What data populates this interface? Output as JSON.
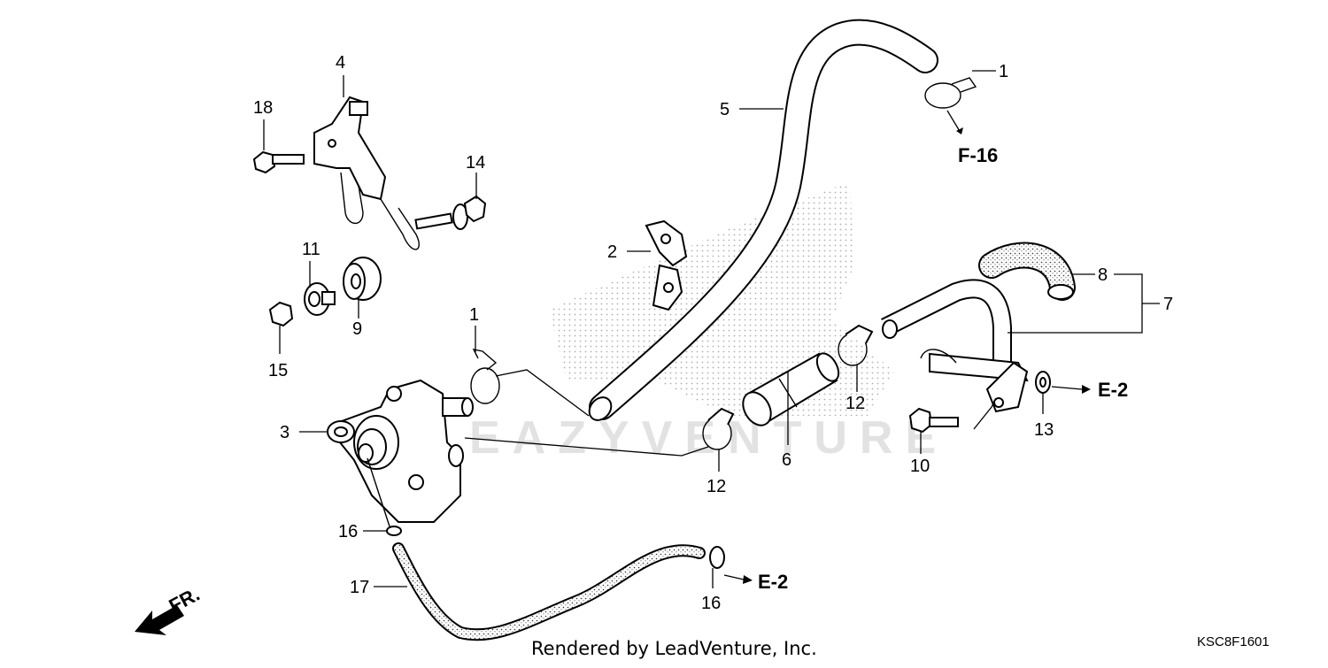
{
  "diagram": {
    "callouts": [
      {
        "id": "c1a",
        "label": "1"
      },
      {
        "id": "c1b",
        "label": "1"
      },
      {
        "id": "c2",
        "label": "2"
      },
      {
        "id": "c3",
        "label": "3"
      },
      {
        "id": "c4",
        "label": "4"
      },
      {
        "id": "c5",
        "label": "5"
      },
      {
        "id": "c6",
        "label": "6"
      },
      {
        "id": "c7",
        "label": "7"
      },
      {
        "id": "c8",
        "label": "8"
      },
      {
        "id": "c9",
        "label": "9"
      },
      {
        "id": "c10",
        "label": "10"
      },
      {
        "id": "c11",
        "label": "11"
      },
      {
        "id": "c12a",
        "label": "12"
      },
      {
        "id": "c12b",
        "label": "12"
      },
      {
        "id": "c13",
        "label": "13"
      },
      {
        "id": "c14",
        "label": "14"
      },
      {
        "id": "c15",
        "label": "15"
      },
      {
        "id": "c16a",
        "label": "16"
      },
      {
        "id": "c16b",
        "label": "16"
      },
      {
        "id": "c17",
        "label": "17"
      },
      {
        "id": "c18",
        "label": "18"
      }
    ],
    "references": [
      {
        "id": "r1",
        "label": "F-16"
      },
      {
        "id": "r2",
        "label": "E-2"
      },
      {
        "id": "r3",
        "label": "E-2"
      }
    ],
    "direction_label": "FR.",
    "footer_credit": "Rendered by LeadVenture, Inc.",
    "diagram_code": "KSC8F1601"
  }
}
